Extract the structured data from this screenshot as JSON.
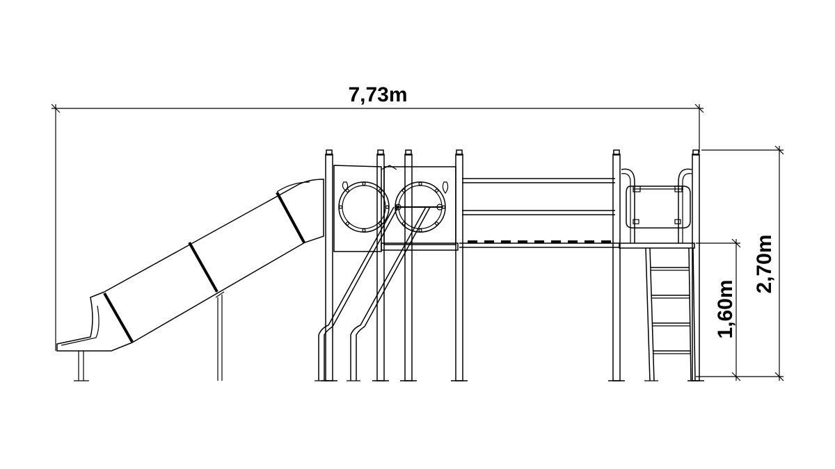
{
  "dimensions": {
    "overall_width": "7,73m",
    "overall_height": "2,70m",
    "platform_height": "1,60m"
  },
  "colors": {
    "line": "#000000",
    "background": "#ffffff"
  }
}
